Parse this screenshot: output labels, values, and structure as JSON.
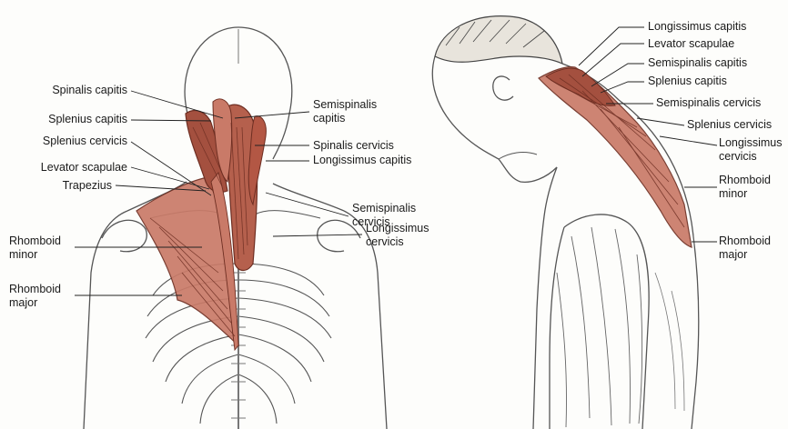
{
  "colors": {
    "muscle_fill": "#c97a68",
    "muscle_dark": "#a4503f",
    "muscle_stroke": "#6e2e22",
    "outline": "#555555",
    "label_text": "#1a1a1a",
    "leader_line": "#222222"
  },
  "back_view": {
    "labels_left": [
      {
        "line1": "Spinalis capitis",
        "line2": ""
      },
      {
        "line1": "Splenius capitis",
        "line2": ""
      },
      {
        "line1": "Splenius cervicis",
        "line2": ""
      },
      {
        "line1": "Levator scapulae",
        "line2": ""
      },
      {
        "line1": "Trapezius",
        "line2": ""
      },
      {
        "line1": "Rhomboid",
        "line2": "minor"
      },
      {
        "line1": "Rhomboid",
        "line2": "major"
      }
    ],
    "labels_right": [
      {
        "line1": "Semispinalis",
        "line2": "capitis"
      },
      {
        "line1": "Spinalis cervicis",
        "line2": ""
      },
      {
        "line1": "Longissimus capitis",
        "line2": ""
      },
      {
        "line1": "Semispinalis",
        "line2": "cervicis"
      },
      {
        "line1": "Longissimus",
        "line2": "cervicis"
      }
    ]
  },
  "side_view": {
    "labels": [
      {
        "line1": "Longissimus capitis",
        "line2": ""
      },
      {
        "line1": "Levator scapulae",
        "line2": ""
      },
      {
        "line1": "Semispinalis capitis",
        "line2": ""
      },
      {
        "line1": "Splenius capitis",
        "line2": ""
      },
      {
        "line1": "Semispinalis cervicis",
        "line2": ""
      },
      {
        "line1": "Splenius cervicis",
        "line2": ""
      },
      {
        "line1": "Longissimus",
        "line2": "cervicis"
      },
      {
        "line1": "Rhomboid",
        "line2": "minor"
      },
      {
        "line1": "Rhomboid",
        "line2": "major"
      }
    ]
  }
}
